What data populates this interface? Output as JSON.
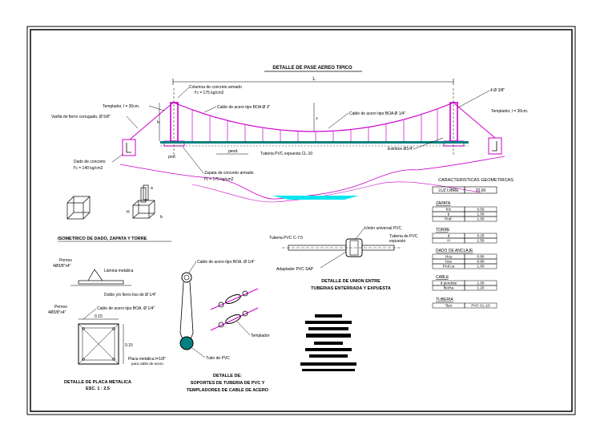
{
  "main_title": "DETALLE DE PASE AEREO TIPICO",
  "span_label": "L",
  "labels": {
    "columna1": "Columna de concreto armado",
    "columna2": "f'c = 175 kg/cm2",
    "templador_left": "Templador, l = 30cm.",
    "varilla": "Varilla de fierro corrugado, Ø 5/8\"",
    "cable_main": "Cable de acero tipo BOA Ø 3\"",
    "cable_hanger": "Cable de acero tipo BOA Ø 1/4\"",
    "quarter": "4 Ø 3/8\"",
    "templador_right": "Templador, l = 30cm.",
    "dado1": "Dado de concreto",
    "dado2": "f'c = 140 kg/cm2",
    "pend": "pend.",
    "prof": "prof.",
    "tuberia": "Tuberia PVC expuesta CL-10",
    "estribos": "Estribos Ø1/4\"",
    "zapata1": "Zapata de concreto armado",
    "zapata2": "f'c = 175 kg/cm2",
    "f": "f",
    "h": "h",
    "dim_a": "a",
    "dim_h": "H",
    "dim_b": "b",
    "iso_title": "ISOMETRICO DE DADO, ZAPATA Y TORRE",
    "union_uni": "Unión universal PVC",
    "union_tub1": "Tuberia PVC C-7.5",
    "union_tub2": "Tuberia de PVC",
    "union_tub3": "expuesto",
    "union_adapt": "Adaptador PVC SAP",
    "union_title1": "DETALLE DE UNION ENTRE",
    "union_title2": "TUBERIAS ENTERRADA Y EXPUESTA",
    "pernos1": "Pernos",
    "pernos2": "4Ø3/8\"x4\"",
    "lamina": "Lámina metálica",
    "doble": "Doble y/o fierro liso de Ø 1/4\"",
    "cable_soporte": "Cable de acero tipo BOA. Ø 1/4\"",
    "cable_top": "Cable de acero tipo BOA. Ø 1/4\"",
    "templador_small": "Templador",
    "tubo_pvc": "Tubo de PVC",
    "placa_dim1": "0.15",
    "placa_dim2": "0.15",
    "placa_meta1": "Placa metálica  t=1/8\"",
    "placa_meta2": "para cable de acero",
    "placa_title1": "DETALLE DE PLACA METALICA",
    "placa_title2": "ESC. 1 : 2.5",
    "sop_title1": "DETALLE DE:",
    "sop_title2": "SOPORTES DE TUBERIA DE PVC Y",
    "sop_title3": "TEMPLADORES DE CABLE DE ACERO"
  },
  "table": {
    "title": "CARACTERISTICAS GEOMETRICAS",
    "luz_label": "LUZ LIBRE",
    "luz_value": "20.00",
    "sections": [
      {
        "name": "ZAPATA",
        "rows": [
          [
            "h/z",
            "0.50"
          ],
          [
            "b",
            "1.00"
          ],
          [
            "Prof.",
            "1.00"
          ]
        ]
      },
      {
        "name": "TORRE",
        "rows": [
          [
            "d",
            "0.25"
          ],
          [
            "H",
            "1.50"
          ]
        ]
      },
      {
        "name": "DADO DE ANCLAJE",
        "rows": [
          [
            "Hca",
            "0.80"
          ],
          [
            "bca",
            "0.80"
          ],
          [
            "Prof.ca",
            "1.00"
          ]
        ]
      },
      {
        "name": "CABLE",
        "rows": [
          [
            "d pendote",
            "1.00"
          ],
          [
            "flecha",
            "1.20"
          ]
        ]
      },
      {
        "name": "TUBERIA",
        "rows": [
          [
            "Tipo",
            "PVC CL-10"
          ]
        ]
      }
    ]
  },
  "colors": {
    "structure": "#cc00cc",
    "pipe": "#008080",
    "water": "#00e5ee",
    "ink": "#000000"
  }
}
